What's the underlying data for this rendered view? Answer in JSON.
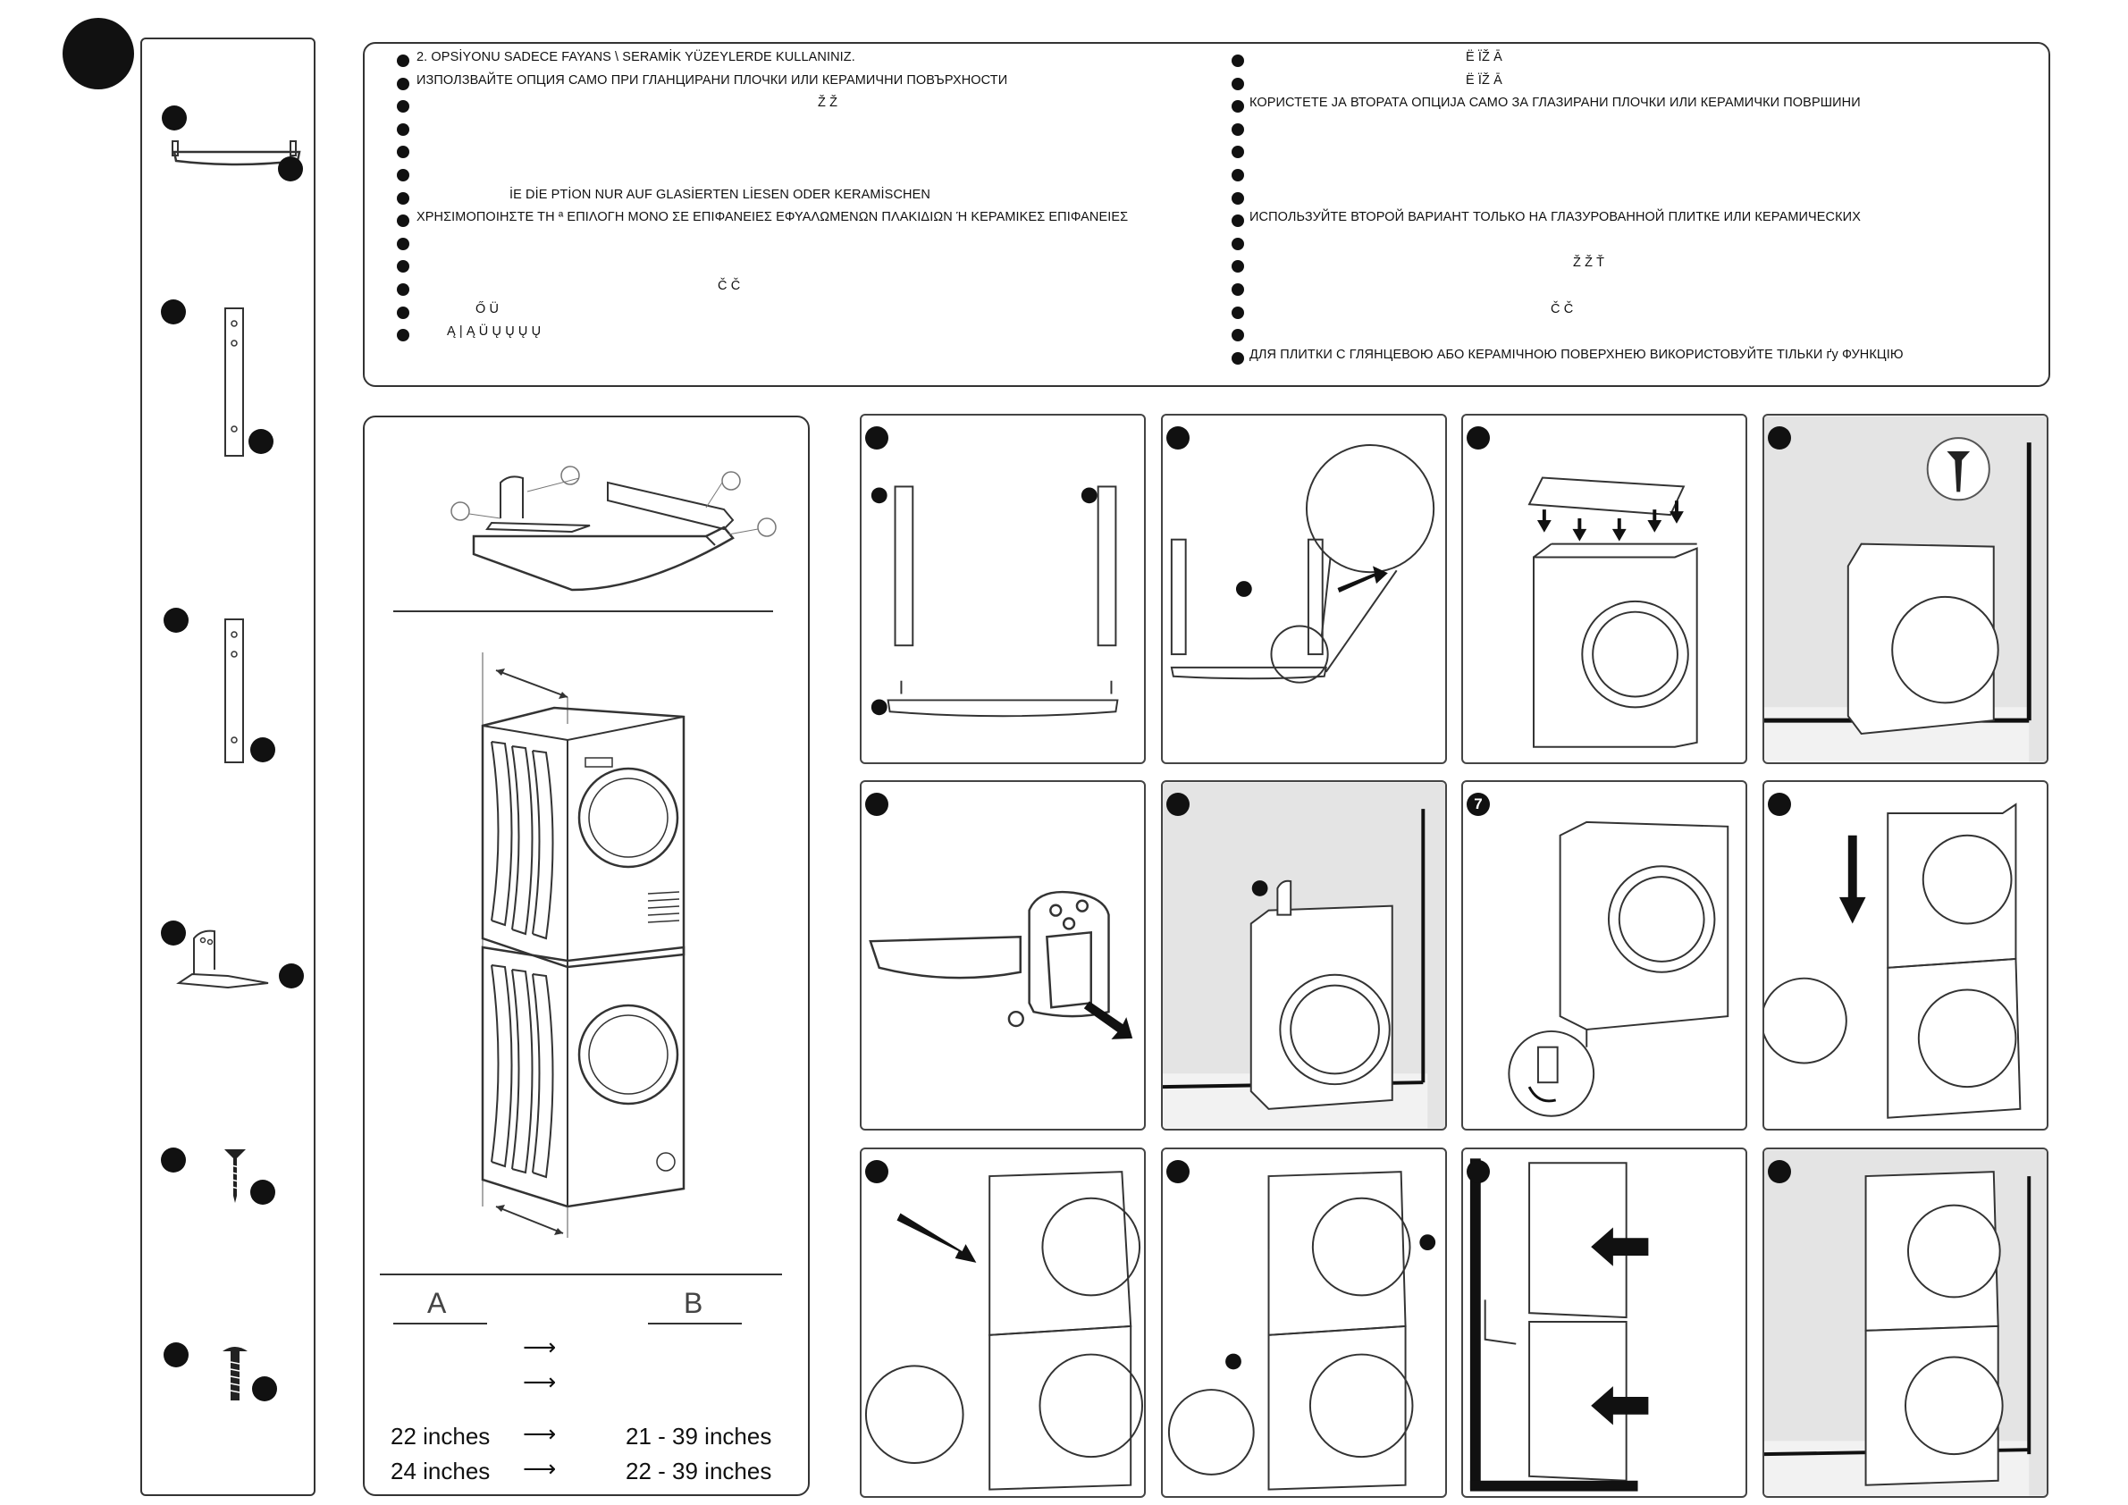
{
  "page_marker": "",
  "warnings": {
    "left": [
      "2. OPSİYONU SADECE FAYANS \\ SERAMİK YÜZEYLERDE KULLANINIZ.",
      "ИЗПОЛЗВАЙТЕ ОПЦИЯ    САМО ПРИ ГЛАНЦИРАНИ ПЛОЧКИ ИЛИ КЕРАМИЧНИ ПОВЪРХНОСТИ",
      "Ž                    Ž",
      "",
      "",
      "",
      "İE DİE         PTİON NUR AUF GLASİERTEN   LİESEN ODER KERAMİSCHEN",
      "ΧΡΗΣΙΜΟΠΟΙΗΣΤΕ ΤΗ    ª ΕΠΙΛΟΓΗ ΜΟΝΟ ΣΕ ΕΠΙΦΑΝΕΙΕΣ ΕΦΥΑΛΩΜΕΝΩΝ ΠΛΑΚΙΔΙΩΝ Ή ΚΕΡΑΜΙΚΕΣ ΕΠΙΦΑΝΕΙΕΣ",
      "",
      "",
      "Č                    Č",
      "Ő                                                    Ü",
      "Ą |           Ą                          Ü       Ų        Ų                         Ų      Ų"
    ],
    "right": [
      "Ë           ÏŽ                              Ā",
      "Ë           ÏŽ                              Ā",
      "КОРИСТЕТЕ ЈА ВТОРАТА ОПЦИЈА САМО ЗА ГЛАЗИРАНИ ПЛОЧКИ ИЛИ КЕРАМИЧКИ ПОВРШИНИ",
      "",
      "",
      "",
      "",
      "ИСПОЛЬЗУЙТЕ ВТОРОЙ ВАРИАНТ ТОЛЬКО НА ГЛАЗУРОВАННОЙ ПЛИТКЕ ИЛИ КЕРАМИЧЕСКИХ",
      "",
      "Ž              Ž   Ť",
      "",
      "Č              Č",
      "",
      "ДЛЯ ПЛИТКИ С ГЛЯНЦЕВОЮ АБО КЕРАМІЧНОЮ ПОВЕРХНЕЮ ВИКОРИСТОВУЙТЕ ТІЛЬКИ    ґу  ФУНКЦІЮ"
    ]
  },
  "compat_table": {
    "header_a": "A",
    "header_b": "B",
    "rows": [
      {
        "a": "",
        "b": ""
      },
      {
        "a": "",
        "b": ""
      },
      {
        "a": "22 inches",
        "b": "21 - 39 inches"
      },
      {
        "a": "24 inches",
        "b": "22 - 39 inches"
      }
    ]
  },
  "steps": [
    {
      "label": ""
    },
    {
      "label": ""
    },
    {
      "label": ""
    },
    {
      "label": ""
    },
    {
      "label": ""
    },
    {
      "label": ""
    },
    {
      "label": "7"
    },
    {
      "label": ""
    },
    {
      "label": ""
    },
    {
      "label": ""
    },
    {
      "label": ""
    },
    {
      "label": ""
    }
  ],
  "colors": {
    "line": "#333333",
    "fill": "#111111",
    "wall": "#dcdcdc"
  }
}
